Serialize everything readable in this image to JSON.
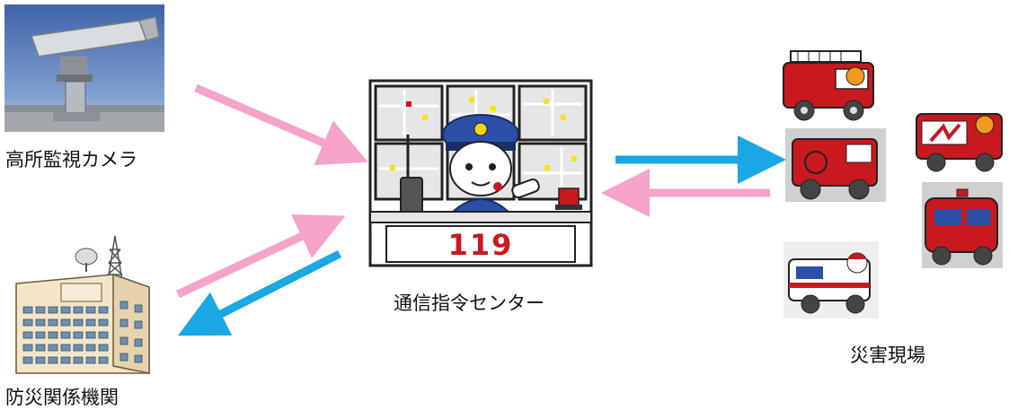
{
  "labels": {
    "camera": "高所監視カメラ",
    "agencies": "防災関係機関",
    "center": "通信指令センター",
    "scene": "災害現場"
  },
  "center_sign": "119",
  "colors": {
    "arrow_pink": "#f5a3c8",
    "arrow_blue": "#1aa7e3",
    "truck_red": "#c8191f",
    "sign_red": "#c8191f"
  }
}
